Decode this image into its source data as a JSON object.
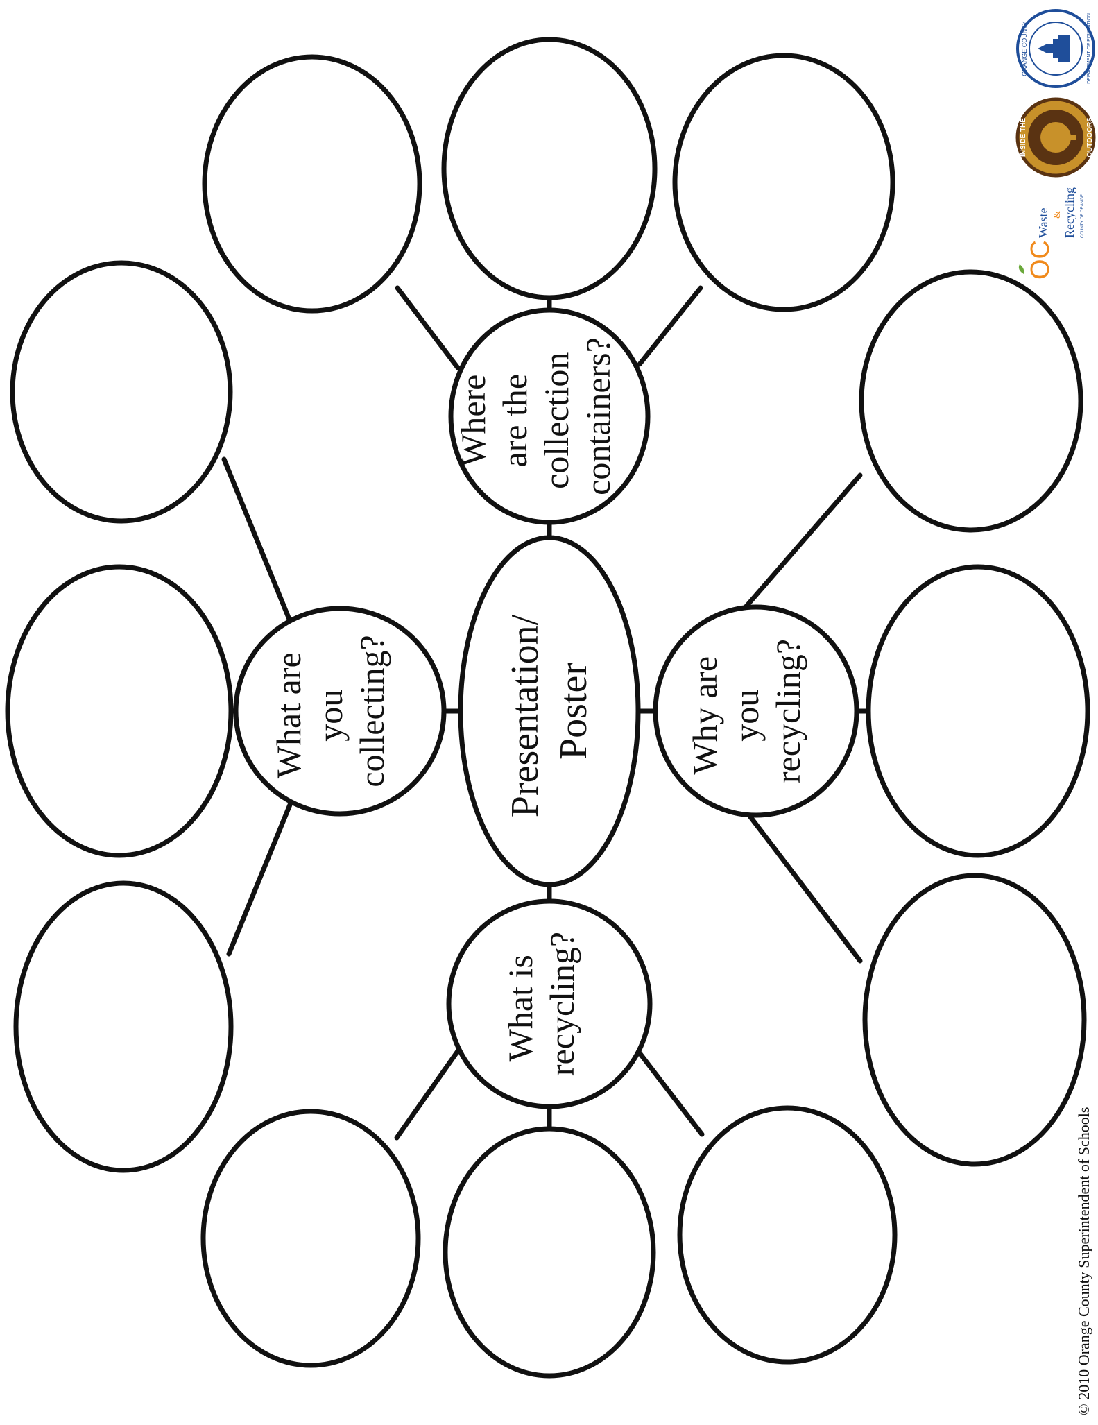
{
  "center": {
    "lines": [
      "Presentation/",
      "Poster"
    ]
  },
  "questions": {
    "where": {
      "lines": [
        "Where",
        "are the",
        "collection",
        "containers?"
      ]
    },
    "what_collecting": {
      "lines": [
        "What are",
        "you",
        "collecting?"
      ]
    },
    "why": {
      "lines": [
        "Why are",
        "you",
        "recycling?"
      ]
    },
    "what_is": {
      "lines": [
        "What is",
        "recycling?"
      ]
    }
  },
  "footer": {
    "copyright": "© 2010 Orange County Superintendent of Schools"
  },
  "logos": {
    "dept_education": {
      "top_text": "ORANGE COUNTY",
      "bottom_text": "DEPARTMENT OF EDUCATION"
    },
    "inside_outdoors": {
      "top_text": "INSIDE THE",
      "bottom_text": "OUTDOORS"
    },
    "oc_waste": {
      "mark": "OC",
      "line1": "Waste",
      "line2": "&",
      "line3": "Recycling",
      "sub": "COUNTY OF ORANGE"
    }
  },
  "colors": {
    "ink": "#111111",
    "seal_blue": "#1f4e9a",
    "outdoors_brown": "#5a3312",
    "outdoors_gold": "#c8912a",
    "oc_orange": "#f08a1c",
    "oc_green": "#6aa83a",
    "oc_blue": "#1f4e9a"
  }
}
